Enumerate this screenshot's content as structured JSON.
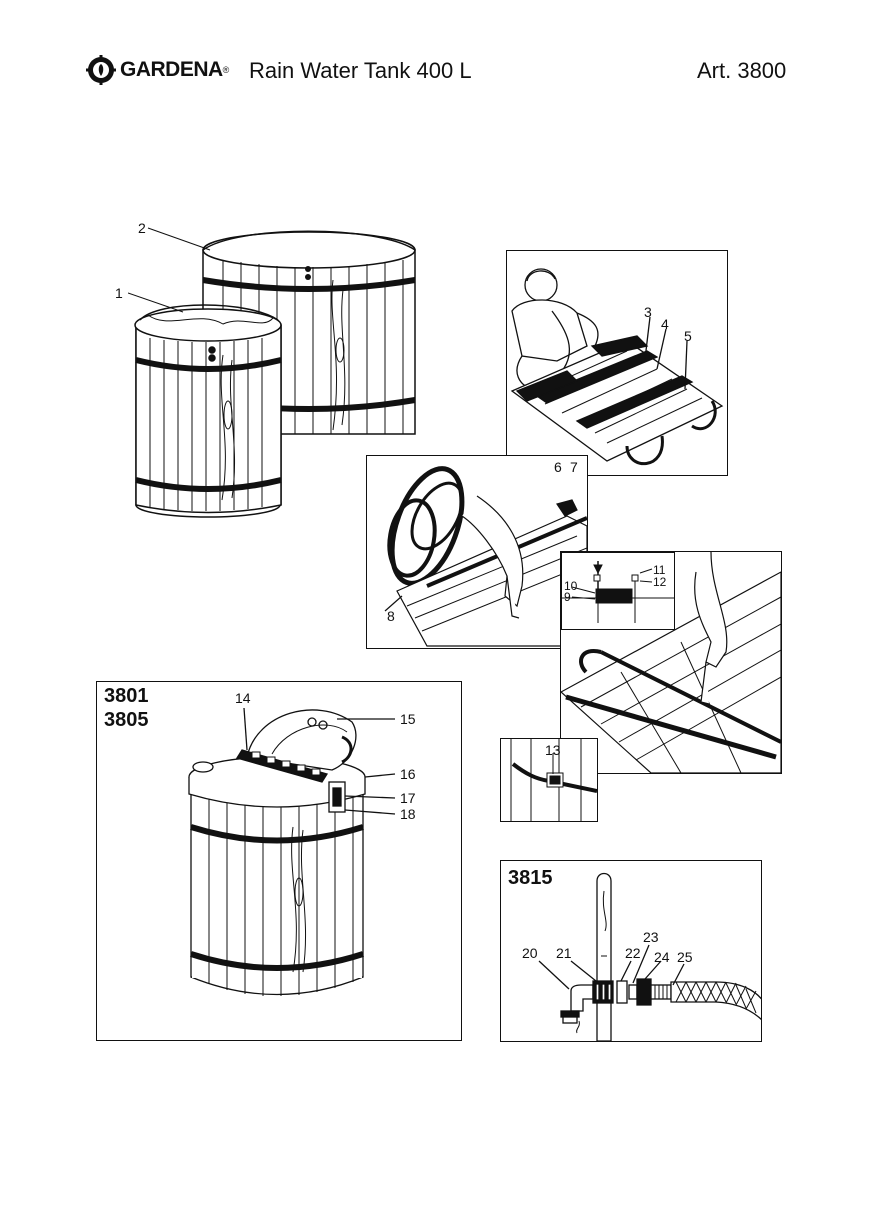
{
  "header": {
    "brand": "GARDENA",
    "brand_suffix": "®",
    "title": "Rain Water Tank 400 L",
    "article": "Art. 3800"
  },
  "callouts": {
    "c1": "1",
    "c2": "2",
    "c3": "3",
    "c4": "4",
    "c5": "5",
    "c6": "6",
    "c7": "7",
    "c8": "8",
    "c9": "9",
    "c10": "10",
    "c11": "11",
    "c12": "12",
    "c13": "13",
    "c14": "14",
    "c15": "15",
    "c16": "16",
    "c17": "17",
    "c18": "18",
    "c20": "20",
    "c21": "21",
    "c22": "22",
    "c23": "23",
    "c24": "24",
    "c25": "25"
  },
  "models": {
    "lid_panel_line1": "3801",
    "lid_panel_line2": "3805",
    "tap_panel": "3815"
  },
  "icons": {
    "logo": "gardena-logo-icon"
  },
  "colors": {
    "ink": "#111111",
    "paper": "#ffffff"
  }
}
